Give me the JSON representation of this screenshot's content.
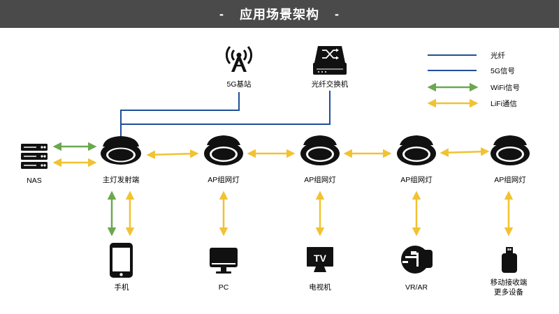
{
  "header": {
    "title": "应用场景架构",
    "dash": "-"
  },
  "colors": {
    "fiber": "#1f4e99",
    "signal5g": "#1f4e99",
    "wifi": "#6aa84f",
    "lifi": "#f1c232"
  },
  "legend": {
    "fiber": "光纤",
    "signal5g": "5G信号",
    "wifi": "WiFi信号",
    "lifi": "LiFi通信"
  },
  "nodes": {
    "tower": "5G基站",
    "switch": "光纤交换机",
    "nas": "NAS",
    "main_light": "主灯发射端",
    "ap1": "AP组网灯",
    "ap2": "AP组网灯",
    "ap3": "AP组网灯",
    "ap4": "AP组网灯"
  },
  "devices": {
    "phone": "手机",
    "pc": "PC",
    "tv": "电视机",
    "tv_screen": "TV",
    "vr": "VR/AR",
    "mobile_line1": "移动接收端",
    "mobile_line2": "更多设备"
  }
}
